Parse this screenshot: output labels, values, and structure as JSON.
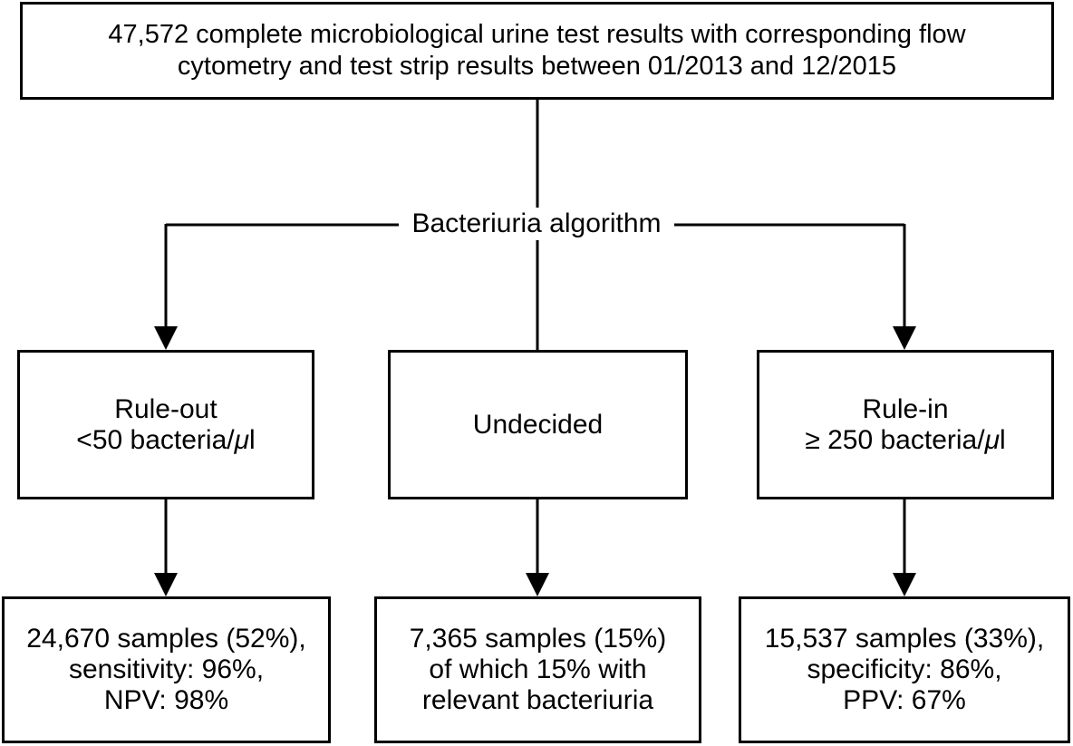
{
  "top_box": {
    "line1": "47,572 complete microbiological urine test results with corresponding flow",
    "line2": "cytometry and test strip results between 01/2013 and 12/2015"
  },
  "algorithm_label": "Bacteriuria algorithm",
  "rule_out": {
    "title": "Rule-out",
    "threshold_prefix": "<50 bacteria/",
    "mu": "μ",
    "unit": "l"
  },
  "undecided": {
    "title": "Undecided"
  },
  "rule_in": {
    "title": "Rule-in",
    "threshold_prefix": "≥ 250 bacteria/",
    "mu": "μ",
    "unit": "l"
  },
  "result_left": {
    "line1": "24,670 samples (52%),",
    "line2": "sensitivity: 96%,",
    "line3": "NPV: 98%"
  },
  "result_middle": {
    "line1": "7,365 samples (15%)",
    "line2": "of which 15% with",
    "line3": "relevant bacteriuria"
  },
  "result_right": {
    "line1": "15,537 samples (33%),",
    "line2": "specificity: 86%,",
    "line3": "PPV: 67%"
  }
}
